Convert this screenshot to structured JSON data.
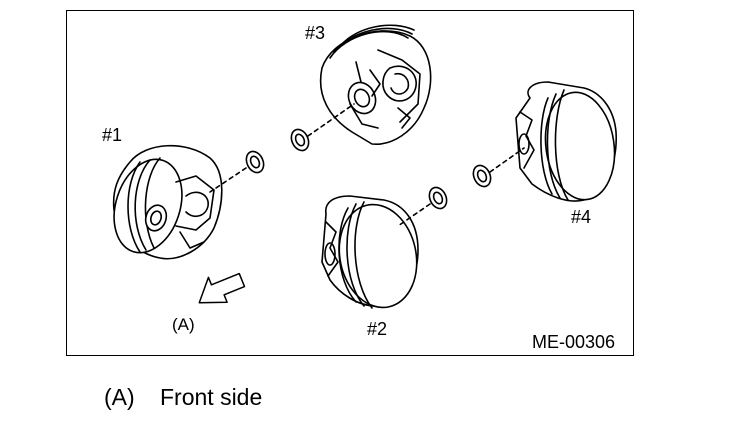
{
  "figure": {
    "labels": {
      "piston1": "#1",
      "piston2": "#2",
      "piston3": "#3",
      "piston4": "#4",
      "arrow": "(A)",
      "code": "ME-00306"
    }
  },
  "legend": {
    "key": "(A)",
    "text": "Front side"
  }
}
